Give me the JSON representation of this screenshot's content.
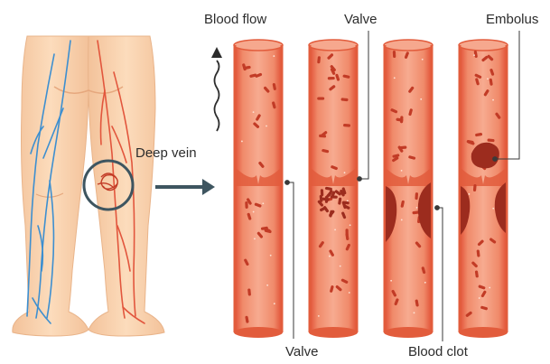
{
  "labels": {
    "blood_flow": "Blood flow",
    "valve_top": "Valve",
    "embolus": "Embolus",
    "deep_vein": "Deep vein",
    "valve_bottom": "Valve",
    "blood_clot": "Blood clot"
  },
  "colors": {
    "skin": "#fbd6b2",
    "skin_shadow": "#f0b98c",
    "vein_blue": "#3d8fd0",
    "vein_red": "#e2563d",
    "vessel_wall": "#e25c3c",
    "vessel_inner": "#ef7c5c",
    "vessel_light": "#f6a88e",
    "blood_cell": "#c23b26",
    "clot": "#9c2c1e",
    "ring": "#3e5560",
    "arrow": "#3e5560",
    "leader": "#3a3a3a"
  },
  "icons": {
    "flow_arrow": "wavy-up-arrow-icon",
    "pointer_arrow": "right-arrow-icon"
  }
}
